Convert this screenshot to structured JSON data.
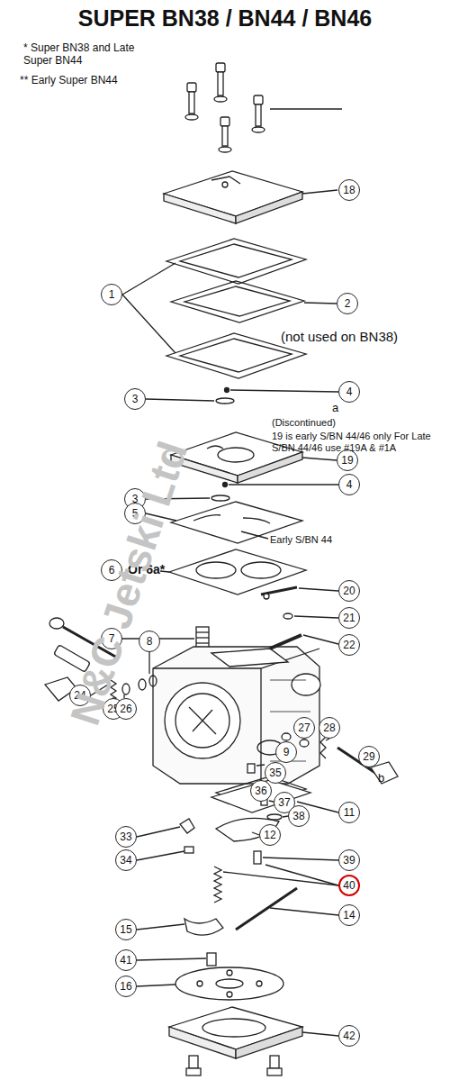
{
  "diagram": {
    "title": "SUPER BN38 / BN44 / BN46",
    "nodes": [
      {
        "text": [
          "18"
        ]
      },
      {
        "text": [
          "1"
        ]
      },
      {
        "text": [
          "2"
        ]
      },
      {
        "text": [
          "3"
        ]
      },
      {
        "text": [
          "4"
        ]
      },
      {
        "text": [
          "19"
        ]
      },
      {
        "text": [
          "3"
        ]
      },
      {
        "text": [
          "4"
        ]
      },
      {
        "text": [
          "5"
        ]
      },
      {
        "text": [
          "6"
        ]
      },
      {
        "text": [
          "7"
        ]
      },
      {
        "text": [
          "20"
        ]
      },
      {
        "text": [
          "8"
        ]
      },
      {
        "text": [
          "21"
        ]
      },
      {
        "text": [
          "22"
        ]
      },
      {
        "text": [
          "24"
        ]
      },
      {
        "text": [
          "25"
        ]
      },
      {
        "text": [
          "26"
        ]
      },
      {
        "text": [
          "27"
        ]
      },
      {
        "text": [
          "28"
        ]
      },
      {
        "text": [
          "9"
        ]
      },
      {
        "text": [
          "35"
        ]
      },
      {
        "text": [
          "29"
        ]
      },
      {
        "text": [
          "36"
        ]
      },
      {
        "text": [
          "11"
        ]
      },
      {
        "text": [
          "37"
        ]
      },
      {
        "text": [
          "38"
        ]
      },
      {
        "text": [
          "12"
        ]
      },
      {
        "text": [
          "33"
        ]
      },
      {
        "text": [
          "39"
        ]
      },
      {
        "text": [
          "34"
        ]
      },
      {
        "text": [
          "40"
        ]
      },
      {
        "text": [
          "14"
        ]
      },
      {
        "text": [
          "15"
        ]
      },
      {
        "text": [
          "41"
        ]
      },
      {
        "text": [
          "16"
        ]
      },
      {
        "text": [
          "42"
        ]
      }
    ],
    "labels": [
      "* Super BN38 and Late Super BN44",
      "** Early Super BN44",
      "(not used on BN38)",
      "a",
      "(Discontinued)",
      "19 is early S/BN 44/46 only For Late S/BN 44/46 use #19A & #1A",
      "Early S/BN 44",
      "Or 6a*",
      "b",
      "N&C Jetski Ltd"
    ]
  }
}
